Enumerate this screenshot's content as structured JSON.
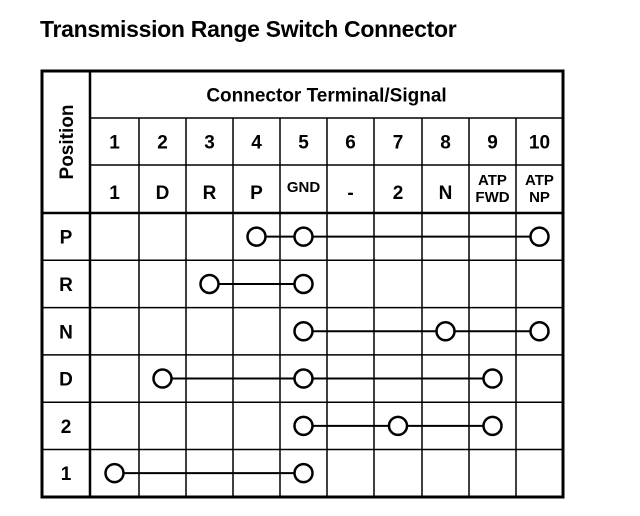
{
  "title": "Transmission Range Switch Connector",
  "header": {
    "position_label": "Position",
    "terminal_signal_label": "Connector Terminal/Signal"
  },
  "terminals": [
    "1",
    "2",
    "3",
    "4",
    "5",
    "6",
    "7",
    "8",
    "9",
    "10"
  ],
  "signals": [
    [
      "1"
    ],
    [
      "D"
    ],
    [
      "R"
    ],
    [
      "P"
    ],
    [
      "GND"
    ],
    [
      "-"
    ],
    [
      "2"
    ],
    [
      "N"
    ],
    [
      "ATP",
      "FWD"
    ],
    [
      "ATP",
      "NP"
    ]
  ],
  "positions": [
    {
      "label": "P",
      "connected_terminals": [
        4,
        5,
        10
      ]
    },
    {
      "label": "R",
      "connected_terminals": [
        3,
        5
      ]
    },
    {
      "label": "N",
      "connected_terminals": [
        5,
        8,
        10
      ]
    },
    {
      "label": "D",
      "connected_terminals": [
        2,
        5,
        9
      ]
    },
    {
      "label": "2",
      "connected_terminals": [
        5,
        7,
        9
      ]
    },
    {
      "label": "1",
      "connected_terminals": [
        1,
        5
      ]
    }
  ]
}
